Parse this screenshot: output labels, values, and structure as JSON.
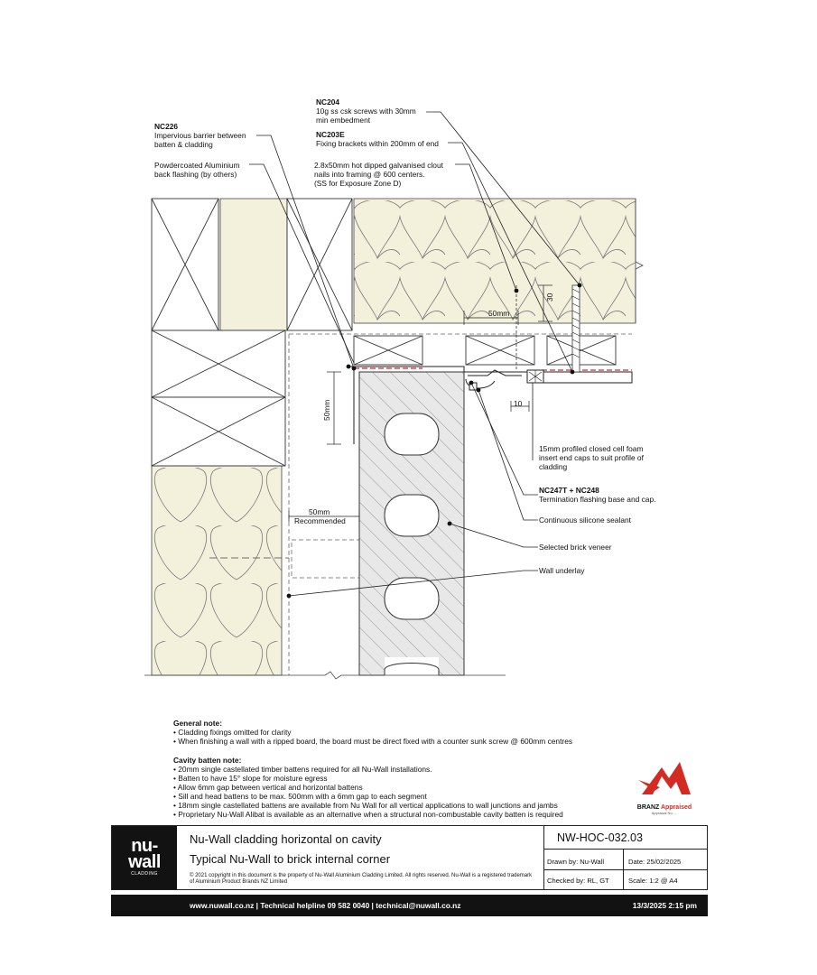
{
  "labels": {
    "nc204_code": "NC204",
    "nc204_text_1": "10g ss csk screws with 30mm",
    "nc204_text_2": "min embedment",
    "nc203e_code": "NC203E",
    "nc203e_text": "Fixing brackets within 200mm of end",
    "clout_1": "2.8x50mm hot dipped galvanised clout",
    "clout_2": "nails into framing @ 600 centers.",
    "clout_3": "(SS for Exposure Zone D)",
    "nc226_code": "NC226",
    "nc226_text_1": "Impervious barrier between",
    "nc226_text_2": "batten & cladding",
    "flashing_1": "Powdercoated Aluminium",
    "flashing_2": "back flashing (by others)",
    "foam_1": "15mm profiled closed cell foam",
    "foam_2": "insert end caps to suit profile of",
    "foam_3": "cladding",
    "nc247_code": "NC247T + NC248",
    "nc247_text": "Termination flashing base and cap.",
    "sealant": "Continuous silicone sealant",
    "brick": "Selected brick veneer",
    "underlay": "Wall underlay"
  },
  "dims": {
    "d50_top": "50mm",
    "d30": "30",
    "d50_vert": "50mm",
    "d10": "10",
    "d50_rec_1": "50mm",
    "d50_rec_2": "Recommended"
  },
  "notes": {
    "general_title": "General note:",
    "general_items": [
      "Cladding fixings omitted for clarity",
      "When finishing a wall with a ripped board, the board must be direct fixed with a counter sunk screw @ 600mm centres"
    ],
    "cavity_title": "Cavity batten note:",
    "cavity_items": [
      "20mm single castellated timber battens required for all Nu-Wall installations.",
      "Batten to have 15° slope for moisture egress",
      "Allow 6mm gap between vertical and horizontal battens",
      "Sill and head battens to be max. 500mm with a 6mm gap to each segment",
      "18mm single castellated battens are available from Nu Wall for all vertical applications to wall junctions and jambs",
      "Proprietary Nu-Wall Alibat is available as an alternative when a structural non-combustable cavity batten is required"
    ]
  },
  "title_block": {
    "logo_1": "nu-",
    "logo_2": "wall",
    "logo_3": "CLADDING",
    "title_1": "Nu-Wall cladding horizontal on cavity",
    "title_2": "Typical Nu-Wall to brick internal corner",
    "copyright": "© 2021 copyright in this document is the property of Nu-Wall Aluminium Cladding Limited. All rights reserved. Nu-Wall is a registered trademark of Aluminium Product Brands NZ Limited",
    "drawing_no": "NW-HOC-032.03",
    "drawn_by": "Drawn by: Nu-Wall",
    "date": "Date:   25/02/2025",
    "checked_by": "Checked by: RL, GT",
    "scale": "Scale:   1:2 @ A4"
  },
  "footer": {
    "contact": "www.nuwall.co.nz  |  Technical helpline 09 582 0040  |  technical@nuwall.co.nz",
    "timestamp": "13/3/2025 2:15 pm"
  },
  "branz": {
    "line1_a": "BRANZ",
    "line1_b": "Appraised",
    "line2": "Appraisal No. ..."
  },
  "colors": {
    "insulation": "#f3f0dc",
    "brick": "#e8e8e8",
    "barrier": "#d7262b",
    "accent": "#d32a24",
    "dark": "#121212"
  }
}
